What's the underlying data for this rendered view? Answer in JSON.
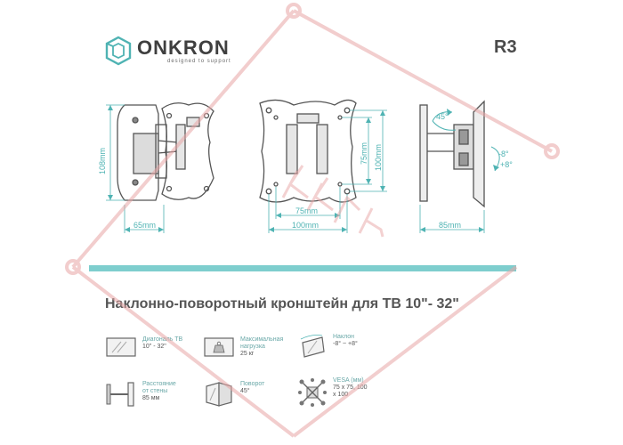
{
  "brand": {
    "name": "ONKRON",
    "tagline": "designed to support",
    "model": "R3"
  },
  "dimensions": {
    "height_108": "108mm",
    "depth_65": "65mm",
    "vesa_75_h": "75mm",
    "vesa_100_h": "100mm",
    "vesa_75_w": "75mm",
    "vesa_100_w": "100mm",
    "swivel": "45°",
    "tilt_minus": "-8°",
    "tilt_plus": "+8°",
    "distance": "85mm"
  },
  "title": "Наклонно-поворотный кронштейн для ТВ 10\"- 32\"",
  "specs": [
    {
      "label": "Диагональ ТВ",
      "value": "10\" - 32\""
    },
    {
      "label": "Максимальная нагрузка",
      "value": "25 кг"
    },
    {
      "label": "Наклон",
      "value": "-8° ~ +8°"
    },
    {
      "label": "Расстояние от стены",
      "value": "85 мм"
    },
    {
      "label": "Поворот",
      "value": "45°"
    },
    {
      "label": "VESA (мм)",
      "value": "75 x 75, 100 x 100"
    }
  ],
  "colors": {
    "accent": "#7ecece",
    "dimension": "#4fb3b3",
    "text": "#555555",
    "watermark": "#e8a5a5"
  }
}
